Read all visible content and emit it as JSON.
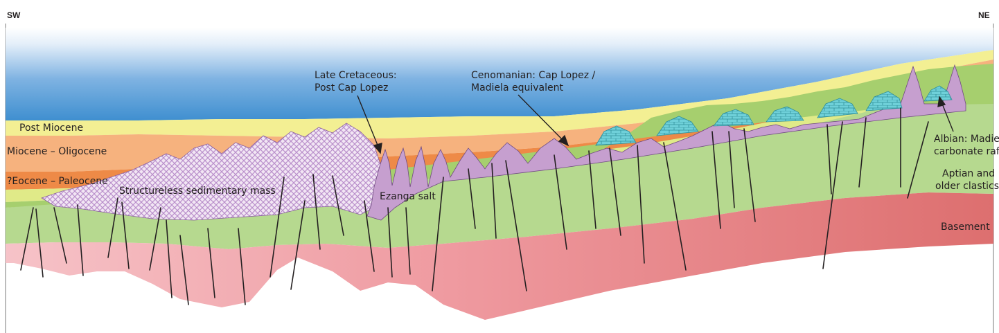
{
  "direction": {
    "left": "SW",
    "right": "NE"
  },
  "units": [
    {
      "name": "Post Miocene",
      "color": "#f3ef93"
    },
    {
      "name": "Miocene – Oligocene",
      "color": "#f6b27e"
    },
    {
      "name": "?Eocene – Paleocene",
      "color": "#ee8a47"
    },
    {
      "name": "Structureless sedimentary mass",
      "pattern": "purple crosshatch"
    },
    {
      "name": "Late Cretaceous: Post Cap Lopez",
      "color": "#e0ea88"
    },
    {
      "name": "Cenomanian: Cap Lopez / Madiela equivalent",
      "color": "#a6cf6e"
    },
    {
      "name": "Ezanga salt",
      "color": "#c69fcf"
    },
    {
      "name": "Albian: Madiela carbonate rafts",
      "color": "#6fd0d9"
    },
    {
      "name": "Aptian and older clastics",
      "color": "#b6d98f"
    },
    {
      "name": "Basement",
      "color": "#e07b7b"
    }
  ],
  "labels": {
    "post_miocene": "Post Miocene",
    "miocene_oligocene": "Miocene – Oligocene",
    "eocene_paleocene": "?Eocene – Paleocene",
    "structureless": "Structureless sedimentary mass",
    "late_cretaceous_1": "Late Cretaceous:",
    "late_cretaceous_2": "Post Cap Lopez",
    "cenomanian_1": "Cenomanian: Cap Lopez /",
    "cenomanian_2": "Madiela equivalent",
    "ezanga_salt": "Ezanga salt",
    "albian_1": "Albian: Madiela",
    "albian_2": "carbonate rafts",
    "aptian_1": "Aptian and",
    "aptian_2": "older clastics",
    "basement": "Basement"
  },
  "colors": {
    "sea_top": "#ffffff",
    "sea_bottom": "#3f8fd0",
    "post_miocene": "#f3ef93",
    "miocene_oligocene": "#f6b27e",
    "eocene_paleocene": "#ee8a47",
    "late_cretaceous": "#e0ea88",
    "cenomanian": "#a6cf6e",
    "aptian_clastics": "#b6d98f",
    "salt": "#c69fcf",
    "structureless_fill": "#f2e6f4",
    "structureless_hatch": "#b98fcb",
    "carbonate": "#6fd0d9",
    "carbonate_brick": "#2f8f9a",
    "basement_light": "#f4b6bd",
    "basement_dark": "#dd6f6f",
    "line": "#231f20"
  }
}
